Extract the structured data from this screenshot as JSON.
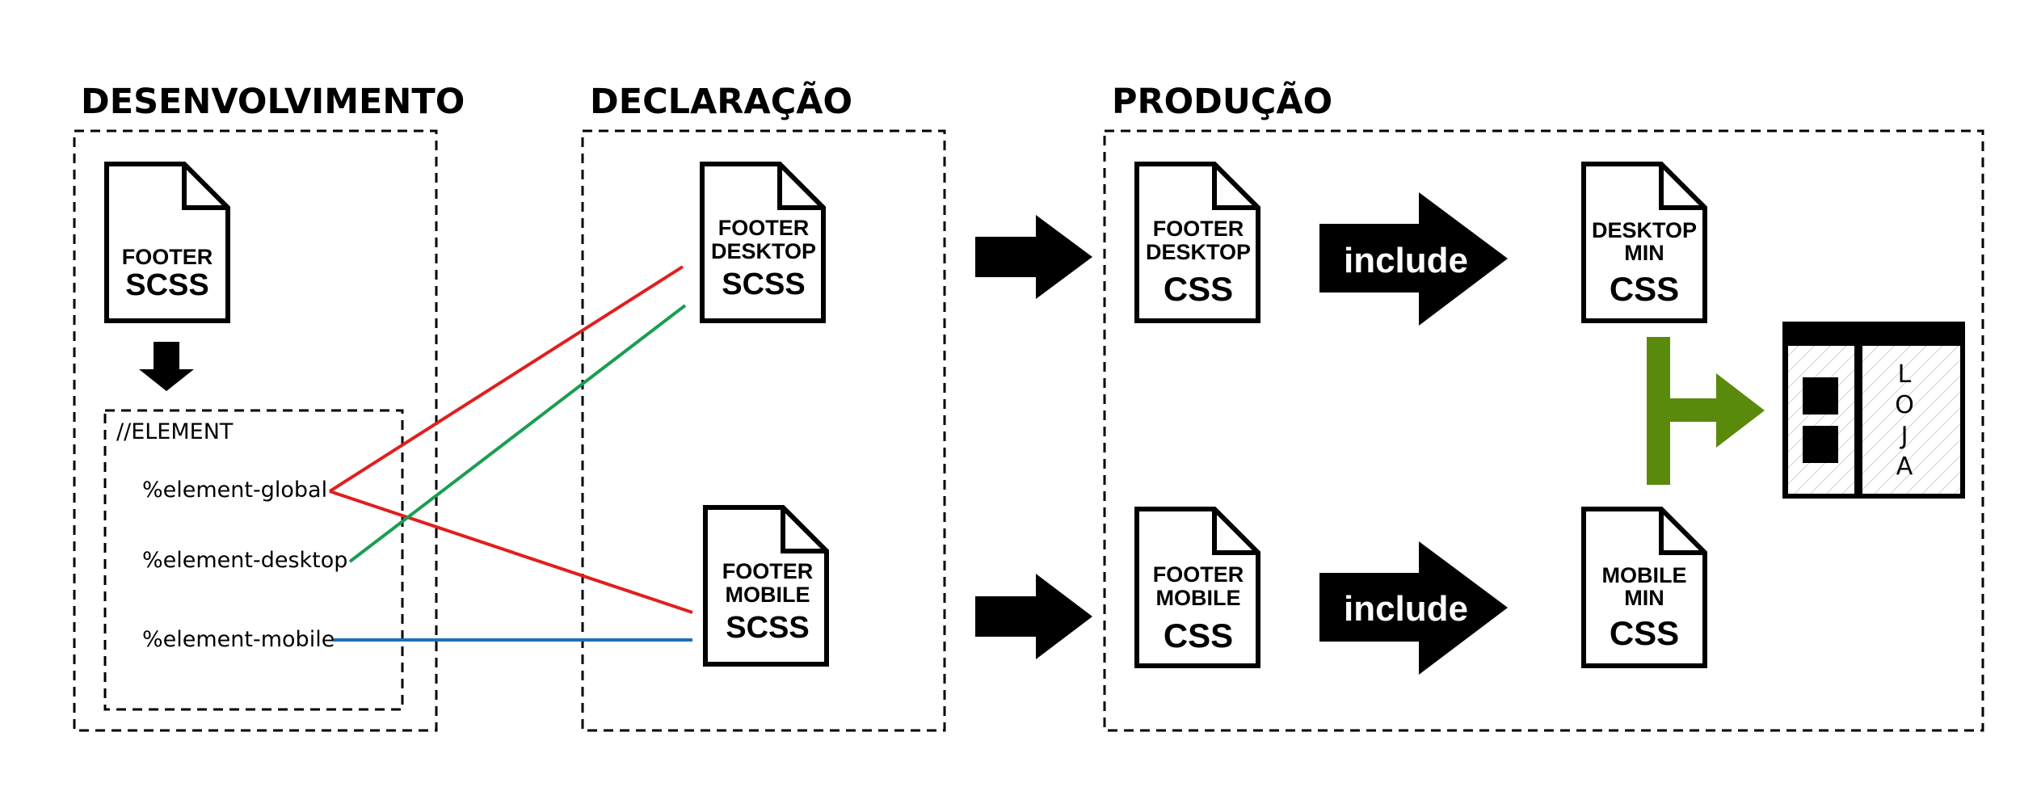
{
  "sections": {
    "dev": "DESENVOLVIMENTO",
    "decl": "DECLARAÇÃO",
    "prod": "PRODUÇÃO"
  },
  "element_group": {
    "title": "//ELEMENT",
    "global": "%element-global",
    "desktop": "%element-desktop",
    "mobile": "%element-mobile"
  },
  "docs": {
    "footer_scss": {
      "line1": "FOOTER",
      "ext": "SCSS"
    },
    "footer_desktop_scss": {
      "line1": "FOOTER",
      "line2": "DESKTOP",
      "ext": "SCSS"
    },
    "footer_mobile_scss": {
      "line1": "FOOTER",
      "line2": "MOBILE",
      "ext": "SCSS"
    },
    "footer_desktop_css": {
      "line1": "FOOTER",
      "line2": "DESKTOP",
      "ext": "CSS"
    },
    "footer_mobile_css": {
      "line1": "FOOTER",
      "line2": "MOBILE",
      "ext": "CSS"
    },
    "desktop_min_css": {
      "line1": "DESKTOP",
      "line2": "MIN",
      "ext": "CSS"
    },
    "mobile_min_css": {
      "line1": "MOBILE",
      "line2": "MIN",
      "ext": "CSS"
    }
  },
  "include_labels": {
    "top": "include",
    "bottom": "include"
  },
  "store": {
    "l1": "L",
    "l2": "O",
    "l3": "J",
    "l4": "A"
  },
  "colors": {
    "global_link": "#e01f1f",
    "desktop_link": "#1a9e52",
    "mobile_link": "#1f6fb5",
    "store_connector": "#5a8a0c"
  }
}
